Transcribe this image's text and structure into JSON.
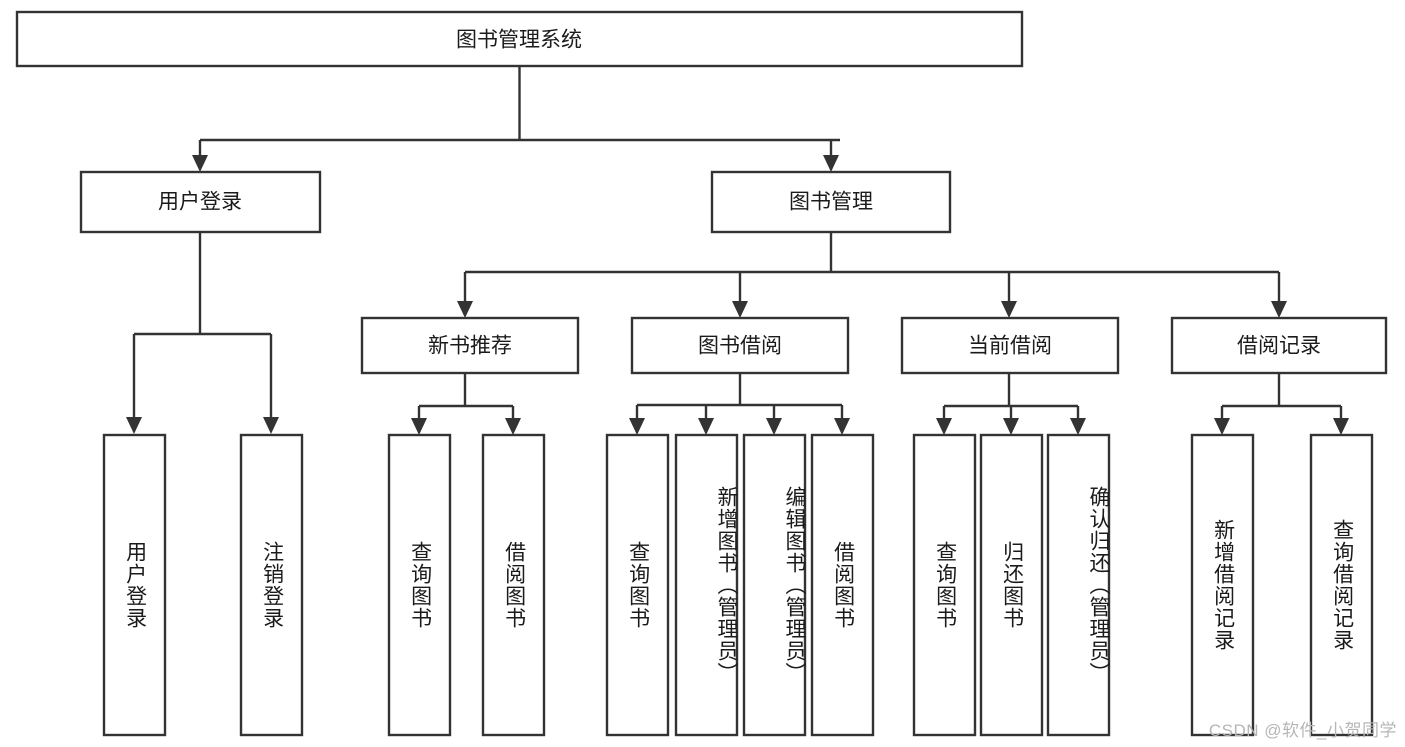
{
  "diagram": {
    "title": "图书管理系统",
    "type": "hierarchy-tree",
    "watermark": "CSDN @软件_小贺同学",
    "colors": {
      "box_stroke": "#333333",
      "box_fill": "#ffffff",
      "line": "#333333",
      "text": "#1b1b1b",
      "watermark": "#b6b6b6",
      "background": "#ffffff"
    },
    "nodes": {
      "root": {
        "label": "图书管理系统",
        "level": 0,
        "orientation": "horizontal"
      },
      "l1": [
        {
          "id": "user-login",
          "label": "用户登录",
          "level": 1,
          "orientation": "horizontal"
        },
        {
          "id": "book-manage",
          "label": "图书管理",
          "level": 1,
          "orientation": "horizontal"
        }
      ],
      "l2": [
        {
          "id": "new-book-recommend",
          "label": "新书推荐",
          "level": 2,
          "orientation": "horizontal"
        },
        {
          "id": "book-borrow",
          "label": "图书借阅",
          "level": 2,
          "orientation": "horizontal"
        },
        {
          "id": "current-borrow",
          "label": "当前借阅",
          "level": 2,
          "orientation": "horizontal"
        },
        {
          "id": "borrow-record",
          "label": "借阅记录",
          "level": 2,
          "orientation": "horizontal"
        }
      ],
      "leaves": [
        {
          "id": "leaf-user-login",
          "label": "用户登录",
          "parent": "user-login",
          "orientation": "vertical"
        },
        {
          "id": "leaf-user-logout",
          "label": "注销登录",
          "parent": "user-login",
          "orientation": "vertical"
        },
        {
          "id": "leaf-query-book-1",
          "label": "查询图书",
          "parent": "new-book-recommend",
          "orientation": "vertical"
        },
        {
          "id": "leaf-borrow-book-1",
          "label": "借阅图书",
          "parent": "new-book-recommend",
          "orientation": "vertical"
        },
        {
          "id": "leaf-query-book-2",
          "label": "查询图书",
          "parent": "book-borrow",
          "orientation": "vertical"
        },
        {
          "id": "leaf-add-book",
          "label": "新增图书（管理员）",
          "parent": "book-borrow",
          "orientation": "vertical"
        },
        {
          "id": "leaf-edit-book",
          "label": "编辑图书（管理员）",
          "parent": "book-borrow",
          "orientation": "vertical"
        },
        {
          "id": "leaf-borrow-book-2",
          "label": "借阅图书",
          "parent": "book-borrow",
          "orientation": "vertical"
        },
        {
          "id": "leaf-query-book-3",
          "label": "查询图书",
          "parent": "current-borrow",
          "orientation": "vertical"
        },
        {
          "id": "leaf-return-book",
          "label": "归还图书",
          "parent": "current-borrow",
          "orientation": "vertical"
        },
        {
          "id": "leaf-confirm-return",
          "label": "确认归还（管理员）",
          "parent": "current-borrow",
          "orientation": "vertical"
        },
        {
          "id": "leaf-add-record",
          "label": "新增借阅记录",
          "parent": "borrow-record",
          "orientation": "vertical"
        },
        {
          "id": "leaf-query-record",
          "label": "查询借阅记录",
          "parent": "borrow-record",
          "orientation": "vertical"
        }
      ]
    }
  }
}
